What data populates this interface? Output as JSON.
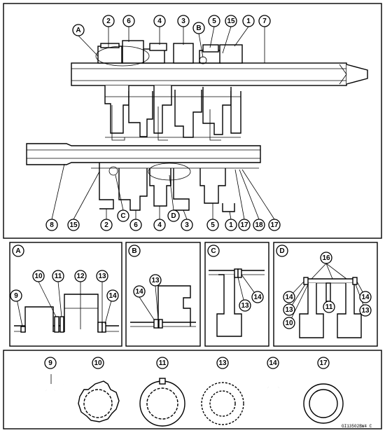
{
  "callouts": {
    "top": [
      {
        "id": "top-A",
        "text": "A",
        "circled": true
      },
      {
        "id": "top-2",
        "text": "2"
      },
      {
        "id": "top-6",
        "text": "6"
      },
      {
        "id": "top-4",
        "text": "4"
      },
      {
        "id": "top-3",
        "text": "3"
      },
      {
        "id": "top-B",
        "text": "B",
        "circled": true
      },
      {
        "id": "top-5",
        "text": "5"
      },
      {
        "id": "top-15",
        "text": "15"
      },
      {
        "id": "top-1",
        "text": "1"
      },
      {
        "id": "top-7",
        "text": "7"
      }
    ],
    "bottom": [
      {
        "id": "bot-8",
        "text": "8"
      },
      {
        "id": "bot-15",
        "text": "15"
      },
      {
        "id": "bot-2",
        "text": "2"
      },
      {
        "id": "bot-C",
        "text": "C",
        "circled": true
      },
      {
        "id": "bot-6",
        "text": "6"
      },
      {
        "id": "bot-4",
        "text": "4"
      },
      {
        "id": "bot-D",
        "text": "D",
        "circled": true
      },
      {
        "id": "bot-3",
        "text": "3"
      },
      {
        "id": "bot-5",
        "text": "5"
      },
      {
        "id": "bot-1",
        "text": "1"
      },
      {
        "id": "bot-17a",
        "text": "17"
      },
      {
        "id": "bot-18",
        "text": "18"
      },
      {
        "id": "bot-17b",
        "text": "17"
      }
    ]
  },
  "detail_panels": [
    {
      "id": "A",
      "label": "A",
      "callouts": [
        "10",
        "11",
        "12",
        "13",
        "9",
        "14"
      ]
    },
    {
      "id": "B",
      "label": "B",
      "callouts": [
        "13",
        "14"
      ]
    },
    {
      "id": "C",
      "label": "C",
      "callouts": [
        "14",
        "13"
      ]
    },
    {
      "id": "D",
      "label": "D",
      "callouts": [
        "16",
        "14",
        "13",
        "11",
        "10",
        "14",
        "13"
      ]
    }
  ],
  "parts": [
    {
      "id": "9",
      "label": "9",
      "icon": "snap-ring-icon"
    },
    {
      "id": "10",
      "label": "10",
      "icon": "toothed-washer-icon"
    },
    {
      "id": "11",
      "label": "11",
      "icon": "tabbed-splined-washer-icon"
    },
    {
      "id": "13",
      "label": "13",
      "icon": "splined-washer-icon"
    },
    {
      "id": "14",
      "label": "14",
      "icon": "circlip-icon"
    },
    {
      "id": "17",
      "label": "17",
      "icon": "plain-washer-icon"
    }
  ],
  "figure_code": "GI13502BW4 C"
}
